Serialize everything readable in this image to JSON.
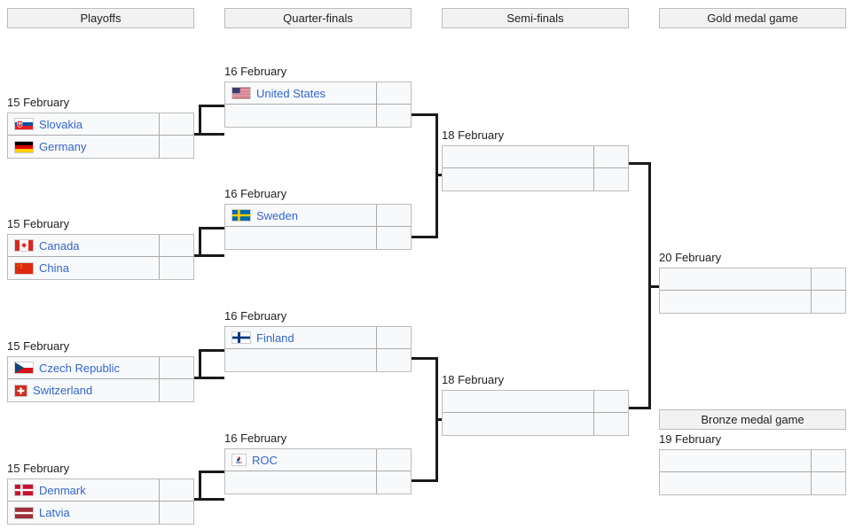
{
  "page": {
    "title": "Olympic ice hockey playoff bracket",
    "link_color": "#3366cc",
    "header_bg": "#f2f2f2",
    "box_bg": "#f8f9fa",
    "border_color": "#bbbbbb",
    "connector_color": "#1a1a1a"
  },
  "rounds": [
    {
      "label": "Playoffs"
    },
    {
      "label": "Quarter-finals"
    },
    {
      "label": "Semi-finals"
    },
    {
      "label": "Gold medal game"
    },
    {
      "label": "Bronze medal game"
    }
  ],
  "matches": {
    "playoff1": {
      "date": "15 February",
      "top": {
        "team": "Slovakia",
        "flag": "slovakia-flag",
        "score": ""
      },
      "bottom": {
        "team": "Germany",
        "flag": "germany-flag",
        "score": ""
      }
    },
    "playoff2": {
      "date": "15 February",
      "top": {
        "team": "Canada",
        "flag": "canada-flag",
        "score": ""
      },
      "bottom": {
        "team": "China",
        "flag": "china-flag",
        "score": ""
      }
    },
    "playoff3": {
      "date": "15 February",
      "top": {
        "team": "Czech Republic",
        "flag": "czech-republic-flag",
        "score": ""
      },
      "bottom": {
        "team": "Switzerland",
        "flag": "switzerland-flag",
        "score": ""
      }
    },
    "playoff4": {
      "date": "15 February",
      "top": {
        "team": "Denmark",
        "flag": "denmark-flag",
        "score": ""
      },
      "bottom": {
        "team": "Latvia",
        "flag": "latvia-flag",
        "score": ""
      }
    },
    "quarter1": {
      "date": "16 February",
      "top": {
        "team": "United States",
        "flag": "united-states-flag",
        "score": ""
      },
      "bottom": {
        "team": "",
        "flag": "",
        "score": ""
      }
    },
    "quarter2": {
      "date": "16 February",
      "top": {
        "team": "Sweden",
        "flag": "sweden-flag",
        "score": ""
      },
      "bottom": {
        "team": "",
        "flag": "",
        "score": ""
      }
    },
    "quarter3": {
      "date": "16 February",
      "top": {
        "team": "Finland",
        "flag": "finland-flag",
        "score": ""
      },
      "bottom": {
        "team": "",
        "flag": "",
        "score": ""
      }
    },
    "quarter4": {
      "date": "16 February",
      "top": {
        "team": "ROC",
        "flag": "roc-flag",
        "score": ""
      },
      "bottom": {
        "team": "",
        "flag": "",
        "score": ""
      }
    },
    "semi1": {
      "date": "18 February",
      "top": {
        "team": "",
        "flag": "",
        "score": ""
      },
      "bottom": {
        "team": "",
        "flag": "",
        "score": ""
      }
    },
    "semi2": {
      "date": "18 February",
      "top": {
        "team": "",
        "flag": "",
        "score": ""
      },
      "bottom": {
        "team": "",
        "flag": "",
        "score": ""
      }
    },
    "gold": {
      "date": "20 February",
      "top": {
        "team": "",
        "flag": "",
        "score": ""
      },
      "bottom": {
        "team": "",
        "flag": "",
        "score": ""
      }
    },
    "bronze": {
      "date": "19 February",
      "top": {
        "team": "",
        "flag": "",
        "score": ""
      },
      "bottom": {
        "team": "",
        "flag": "",
        "score": ""
      }
    }
  }
}
